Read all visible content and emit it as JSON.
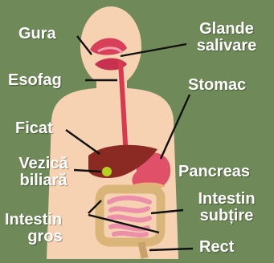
{
  "labels": {
    "gura": "Gura",
    "glande_line1": "Glande",
    "glande_line2": "salivare",
    "esofag": "Esofag",
    "stomac": "Stomac",
    "ficat": "Ficat",
    "vezica_line1": "Vezică",
    "vezica_line2": "biliară",
    "pancreas": "Pancreas",
    "intestin_subtire_line1": "Intestin",
    "intestin_subtire_line2": "subțire",
    "intestin_gros_line1": "Intestin",
    "intestin_gros_line2": "gros",
    "rect": "Rect"
  },
  "colors": {
    "background": "#6f8a58",
    "body": "#f6d2b3",
    "esophagus": "#d63a4f",
    "liver": "#8a2a22",
    "gallbladder": "#b5d21f",
    "stomach": "#e05068",
    "small_intestine": "#ec8fa8",
    "large_intestine": "#d9b57a",
    "pointer_lines": "#111111"
  }
}
